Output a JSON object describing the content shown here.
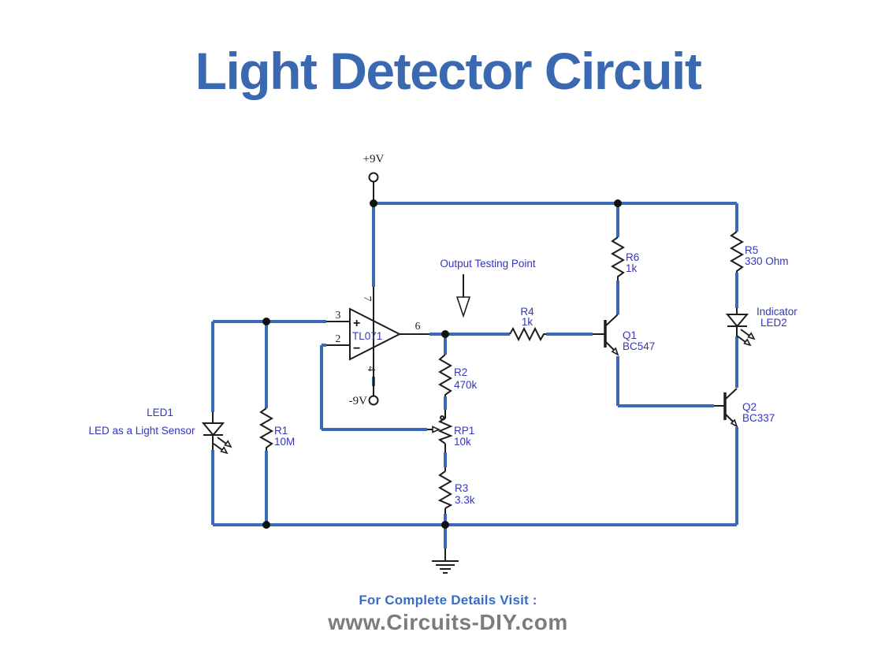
{
  "title": "Light Detector Circuit",
  "footer": {
    "visit": "For Complete Details Visit :",
    "site": "www.Circuits-DIY.com"
  },
  "colors": {
    "title_blue": "#3b69b1",
    "wire_blue": "#3a6ab6",
    "label_blue": "#3535bb",
    "footer_blue": "#3a6cc4",
    "footer_gray": "#7c7c7c"
  },
  "power": {
    "positive": "+9V",
    "negative": "-9V"
  },
  "opamp": {
    "part": "TL071",
    "pin_noninverting": "3",
    "pin_inverting": "2",
    "pin_output": "6",
    "pin_vplus": "7",
    "pin_vminus": "4",
    "plus_sign": "+",
    "minus_sign": "−"
  },
  "labels": {
    "output_testing_point": "Output Testing Point",
    "led1_ref": "LED1",
    "led1_desc": "LED as a Light Sensor",
    "led2_desc": "Indicator",
    "led2_ref": "LED2"
  },
  "components": {
    "r1": {
      "ref": "R1",
      "value": "10M"
    },
    "r2": {
      "ref": "R2",
      "value": "470k"
    },
    "r3": {
      "ref": "R3",
      "value": "3.3k"
    },
    "r4": {
      "ref": "R4",
      "value": "1k"
    },
    "r5": {
      "ref": "R5",
      "value": "330 Ohm"
    },
    "r6": {
      "ref": "R6",
      "value": "1k"
    },
    "rp1": {
      "ref": "RP1",
      "value": "10k"
    },
    "q1": {
      "ref": "Q1",
      "value": "BC547"
    },
    "q2": {
      "ref": "Q2",
      "value": "BC337"
    }
  }
}
